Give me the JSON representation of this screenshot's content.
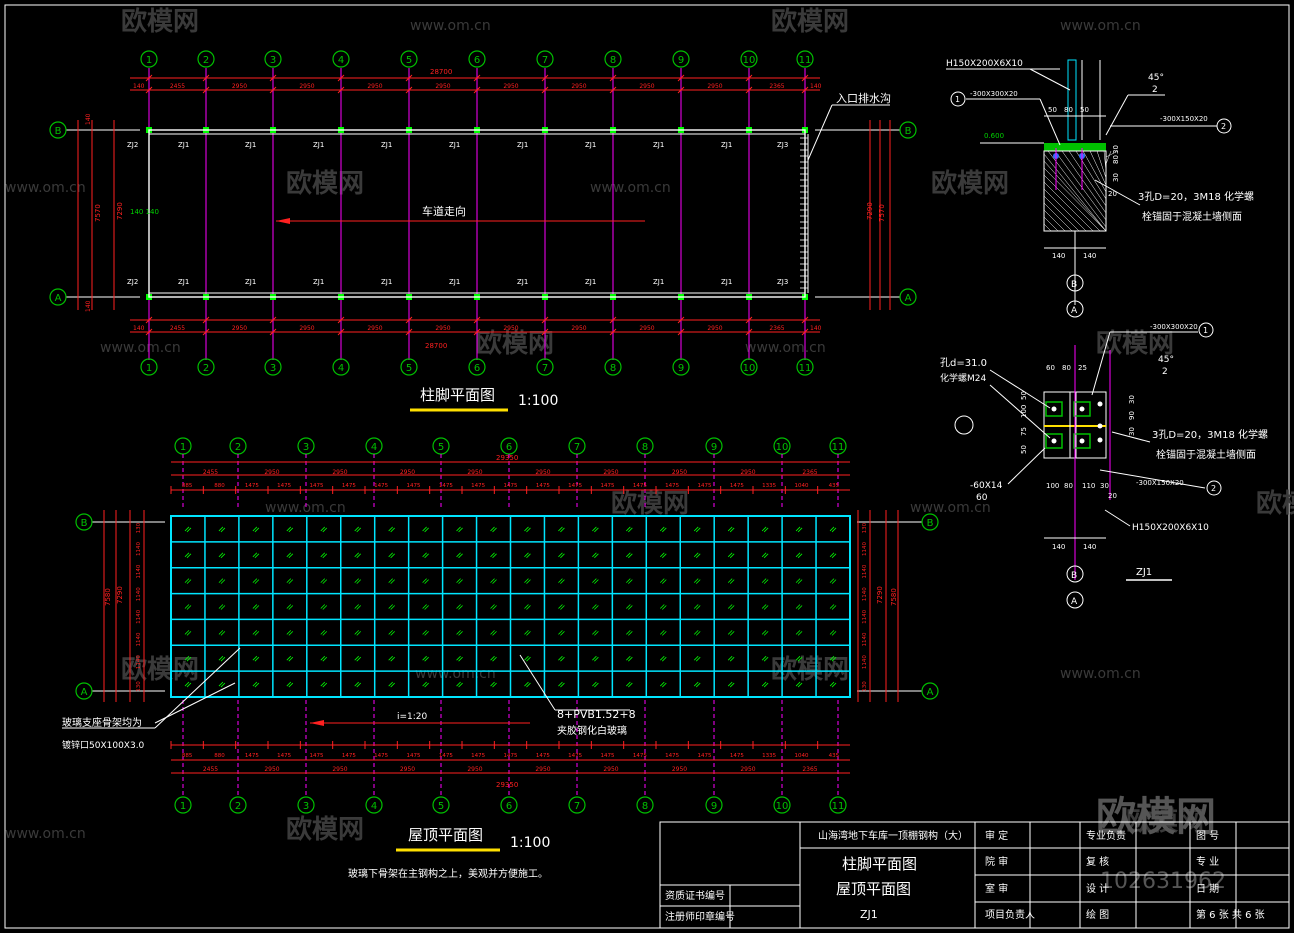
{
  "grid_labels": [
    "1",
    "2",
    "3",
    "4",
    "5",
    "6",
    "7",
    "8",
    "9",
    "10",
    "11"
  ],
  "row_labels": [
    "A",
    "B"
  ],
  "colors": {
    "background": "#000000",
    "dimension": "#ff2020",
    "axis_bubble": "#00c000",
    "grid_line": "#ff00ff",
    "outline": "#ffffff",
    "glass_grid": "#00e5ff",
    "title_underline": "#ffe000",
    "watermark": "#3a3a3a"
  },
  "plan1": {
    "title": "柱脚平面图",
    "scale": "1:100",
    "total_length": "28700",
    "spans": [
      "2455",
      "2950",
      "2950",
      "2950",
      "2950",
      "2950",
      "2950",
      "2950",
      "2950",
      "2365"
    ],
    "end_offset": "140",
    "depth": "7570",
    "depth_inner": "7290",
    "row_offset": "140",
    "mid_offset": "140 140",
    "col_tags_b": [
      "ZJ2",
      "ZJ1",
      "ZJ1",
      "ZJ1",
      "ZJ1",
      "ZJ1",
      "ZJ1",
      "ZJ1",
      "ZJ1",
      "ZJ1",
      "ZJ3"
    ],
    "col_tags_a": [
      "ZJ2",
      "ZJ1",
      "ZJ1",
      "ZJ1",
      "ZJ1",
      "ZJ1",
      "ZJ1",
      "ZJ1",
      "ZJ1",
      "ZJ1",
      "ZJ3"
    ],
    "drive_direction": "车道走向",
    "drain_label": "入口排水沟"
  },
  "plan2": {
    "title": "屋顶平面图",
    "scale": "1:100",
    "total_length": "29350",
    "sub_spans": [
      "885",
      "880",
      "1475",
      "1475",
      "1475",
      "1475",
      "1475",
      "1475",
      "1475",
      "1475",
      "1475",
      "1475",
      "1475",
      "1475",
      "1475",
      "1475",
      "1475",
      "1475",
      "1335",
      "1040",
      "435"
    ],
    "spans": [
      "2455",
      "2950",
      "2950",
      "2950",
      "2950",
      "2950",
      "2950",
      "2950",
      "2950",
      "2365"
    ],
    "depth": "7580",
    "depth_inner": "7290",
    "row_dims": [
      "130",
      "1140",
      "1140",
      "1140",
      "1140",
      "1140",
      "1140",
      "130"
    ],
    "slope": "i=1:20",
    "glass_spec": "8+PVB1.52+8",
    "glass_desc": "夹胶钢化白玻璃",
    "frame_note_1": "玻璃支座骨架均为",
    "frame_note_2": "镀锌口50X100X3.0",
    "note": "玻璃下骨架在主钢构之上，美观并方便施工。"
  },
  "detail_top": {
    "beam": "H150X200X6X10",
    "plate1": "-300X300X20",
    "plate2": "-300X150X20",
    "angle": "45°",
    "weld": "2",
    "elev": "0.600",
    "dims_top": [
      "50",
      "80",
      "50"
    ],
    "dims_side": [
      "30",
      "80",
      "30"
    ],
    "dims_bottom": [
      "140",
      "140"
    ],
    "dim_20": "20",
    "anchor_1": "3孔D=20，3M18 化学螺",
    "anchor_2": "栓锚固于混凝土墙侧面",
    "axis": "B",
    "axis2": "A",
    "callout1": "1",
    "callout2": "2"
  },
  "detail_bottom": {
    "plate1": "-300X300X20",
    "plate2": "-300X150X20",
    "beam": "H150X200X6X10",
    "hole": "孔d=31.0",
    "bolt": "化学螺M24",
    "stiffener": "-60X14",
    "dim_60": "60",
    "angle": "45°",
    "weld": "2",
    "dims_top": [
      "60",
      "80",
      "25"
    ],
    "dims_left": [
      "50",
      "100",
      "75",
      "50"
    ],
    "dims_right": [
      "30",
      "90",
      "30"
    ],
    "dims_mid": [
      "100",
      "80",
      "110",
      "30"
    ],
    "dims_bottom": [
      "140",
      "140"
    ],
    "dim_20": "20",
    "anchor_1": "3孔D=20，3M18 化学螺",
    "anchor_2": "栓锚固于混凝土墙侧面",
    "axis": "B",
    "axis2": "A",
    "tag": "ZJ1",
    "callout1": "1",
    "callout2": "2"
  },
  "title_block": {
    "project": "山海湾地下车库一顶棚钢构（大）",
    "drawing_1": "柱脚平面图",
    "drawing_2": "屋顶平面图",
    "drawing_3": "ZJ1",
    "r1": [
      "审 定",
      "专业负责",
      "图 号"
    ],
    "r2": [
      "院 审",
      "复 核",
      "专 业"
    ],
    "r3": [
      "室 审",
      "设 计",
      "日 期"
    ],
    "r4": [
      "项目负责人",
      "绘 图",
      "第 6 张 共 6 张"
    ],
    "cert1": "资质证书编号",
    "cert2": "注册师印章编号"
  },
  "watermarks": {
    "brand": "欧模网",
    "url": "www.om.cn",
    "id": "102631962"
  }
}
